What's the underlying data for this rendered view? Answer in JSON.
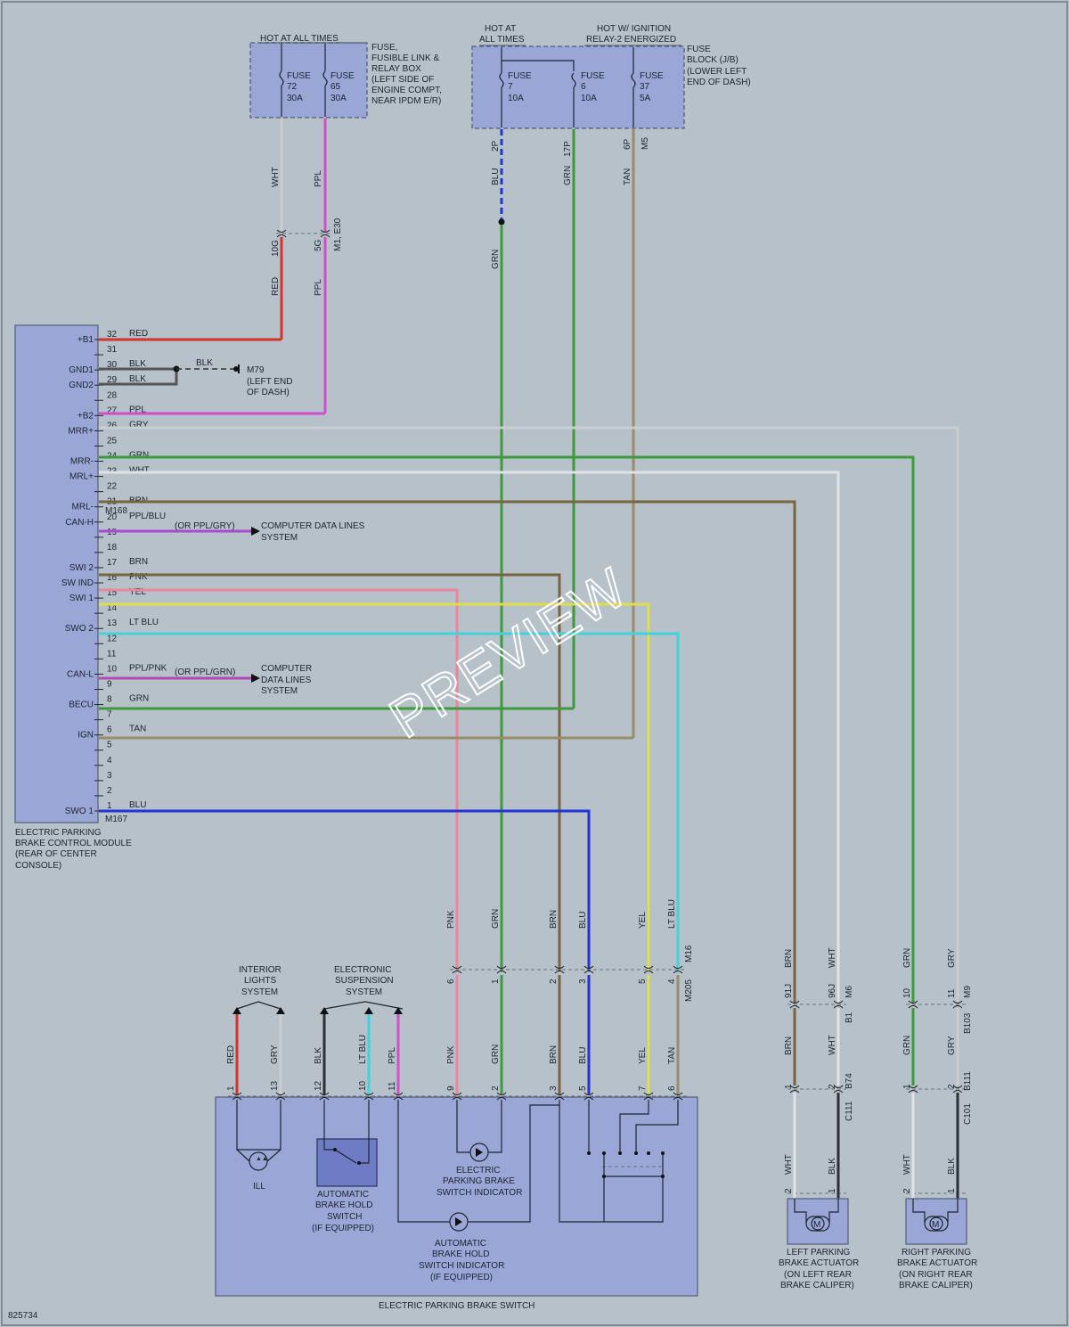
{
  "doc_id": "825734",
  "watermark": "PREVIEW",
  "fuse_box1": {
    "header": "HOT AT ALL TIMES",
    "label": [
      "FUSE,",
      "FUSIBLE LINK &",
      "RELAY BOX",
      "(LEFT SIDE OF",
      "ENGINE COMPT,",
      "NEAR IPDM E/R)"
    ],
    "fuses": [
      {
        "name": "FUSE",
        "num": "72",
        "amp": "30A"
      },
      {
        "name": "FUSE",
        "num": "65",
        "amp": "30A"
      }
    ]
  },
  "fuse_box2": {
    "header1": [
      "HOT AT",
      "ALL TIMES"
    ],
    "header2": [
      "HOT W/ IGNITION",
      "RELAY-2 ENERGIZED"
    ],
    "label": [
      "FUSE",
      "BLOCK (J/B)",
      "(LOWER LEFT",
      "END OF DASH)"
    ],
    "fuses": [
      {
        "name": "FUSE",
        "num": "7",
        "amp": "10A"
      },
      {
        "name": "FUSE",
        "num": "6",
        "amp": "10A"
      },
      {
        "name": "FUSE",
        "num": "37",
        "amp": "5A"
      }
    ]
  },
  "upper_wires": {
    "wht": "WHT",
    "ppl": "PPL",
    "red": "RED",
    "ppl2": "PPL",
    "pin_10g": "10G",
    "pin_5g": "5G",
    "conn_m1": "M1, E30",
    "blu": "BLU",
    "grn_top": "GRN",
    "tan": "TAN",
    "grn_lower": "GRN",
    "pin_2p": "2P",
    "pin_17p": "17P",
    "pin_6p": "6P",
    "conn_m5": "M5"
  },
  "module": {
    "caption": [
      "ELECTRIC PARKING",
      "BRAKE CONTROL MODULE",
      "(REAR OF CENTER",
      "CONSOLE)"
    ],
    "conn_m168": "M168",
    "conn_m167": "M167",
    "pins": [
      {
        "num": "32",
        "name": "+B1",
        "color": "RED"
      },
      {
        "num": "31",
        "name": "",
        "color": ""
      },
      {
        "num": "30",
        "name": "GND1",
        "color": "BLK"
      },
      {
        "num": "29",
        "name": "GND2",
        "color": "BLK"
      },
      {
        "num": "28",
        "name": "",
        "color": ""
      },
      {
        "num": "27",
        "name": "+B2",
        "color": "PPL"
      },
      {
        "num": "26",
        "name": "MRR+",
        "color": "GRY"
      },
      {
        "num": "25",
        "name": "",
        "color": ""
      },
      {
        "num": "24",
        "name": "MRR-",
        "color": "GRN"
      },
      {
        "num": "23",
        "name": "MRL+",
        "color": "WHT"
      },
      {
        "num": "22",
        "name": "",
        "color": ""
      },
      {
        "num": "21",
        "name": "MRL-",
        "color": "BRN"
      },
      {
        "num": "20",
        "name": "CAN-H",
        "color": "PPL/BLU"
      },
      {
        "num": "19",
        "name": "",
        "color": ""
      },
      {
        "num": "18",
        "name": "",
        "color": ""
      },
      {
        "num": "17",
        "name": "SWI 2",
        "color": "BRN"
      },
      {
        "num": "16",
        "name": "SW IND",
        "color": "PNK"
      },
      {
        "num": "15",
        "name": "SWI 1",
        "color": "YEL"
      },
      {
        "num": "14",
        "name": "",
        "color": ""
      },
      {
        "num": "13",
        "name": "SWO 2",
        "color": "LT BLU"
      },
      {
        "num": "12",
        "name": "",
        "color": ""
      },
      {
        "num": "11",
        "name": "",
        "color": ""
      },
      {
        "num": "10",
        "name": "CAN-L",
        "color": "PPL/PNK"
      },
      {
        "num": "9",
        "name": "",
        "color": ""
      },
      {
        "num": "8",
        "name": "BECU",
        "color": "GRN"
      },
      {
        "num": "7",
        "name": "",
        "color": ""
      },
      {
        "num": "6",
        "name": "IGN",
        "color": "TAN"
      },
      {
        "num": "5",
        "name": "",
        "color": ""
      },
      {
        "num": "4",
        "name": "",
        "color": ""
      },
      {
        "num": "3",
        "name": "",
        "color": ""
      },
      {
        "num": "2",
        "name": "",
        "color": ""
      },
      {
        "num": "1",
        "name": "SWO 1",
        "color": "BLU"
      }
    ]
  },
  "ground": {
    "color": "BLK",
    "conn": "M79",
    "loc": [
      "(LEFT END",
      "OF DASH)"
    ]
  },
  "data_lines_1": {
    "alt": "(OR PPL/GRY)",
    "text": [
      "COMPUTER DATA LINES",
      "SYSTEM"
    ]
  },
  "data_lines_2": {
    "alt": "(OR PPL/GRN)",
    "text": [
      "COMPUTER",
      "DATA LINES",
      "SYSTEM"
    ]
  },
  "m205": {
    "conn": "M205",
    "conn2": "M16",
    "upper_colors": [
      "PNK",
      "GRN",
      "BRN",
      "BLU",
      "YEL",
      "LT BLU"
    ],
    "pins": [
      "6",
      "1",
      "2",
      "3",
      "5",
      "4"
    ],
    "lower_colors": [
      "PNK",
      "GRN",
      "BRN",
      "BLU",
      "YEL",
      "TAN"
    ]
  },
  "interior_lights": [
    "INTERIOR",
    "LIGHTS",
    "SYSTEM"
  ],
  "electronic_susp": [
    "ELECTRONIC",
    "SUSPENSION",
    "SYSTEM"
  ],
  "switch": {
    "caption": "ELECTRIC PARKING BRAKE SWITCH",
    "wire_colors": [
      "RED",
      "GRY",
      "BLK",
      "LT BLU",
      "PPL"
    ],
    "pins": [
      "1",
      "13",
      "12",
      "10",
      "11",
      "9",
      "2",
      "3",
      "5",
      "7",
      "6"
    ],
    "ill": "ILL",
    "auto_hold": [
      "AUTOMATIC",
      "BRAKE HOLD",
      "SWITCH",
      "(IF EQUIPPED)"
    ],
    "epb_indicator": [
      "ELECTRIC",
      "PARKING BRAKE",
      "SWITCH INDICATOR"
    ],
    "hold_indicator": [
      "AUTOMATIC",
      "BRAKE HOLD",
      "SWITCH INDICATOR",
      "(IF EQUIPPED)"
    ]
  },
  "left_actuator": {
    "caption": [
      "LEFT PARKING",
      "BRAKE ACTUATOR",
      "(ON LEFT REAR",
      "BRAKE CALIPER)"
    ],
    "upper_colors": [
      "BRN",
      "WHT"
    ],
    "pins_top": [
      "91J",
      "96J"
    ],
    "conn_top": [
      "B1",
      "M6"
    ],
    "mid_colors": [
      "BRN",
      "WHT"
    ],
    "pins_mid": [
      "1",
      "2"
    ],
    "conn_mid": [
      "B74",
      "C111"
    ],
    "low_colors": [
      "WHT",
      "BLK"
    ],
    "pins_low": [
      "2",
      "1"
    ],
    "motor": "M"
  },
  "right_actuator": {
    "caption": [
      "RIGHT PARKING",
      "BRAKE ACTUATOR",
      "(ON RIGHT REAR",
      "BRAKE CALIPER)"
    ],
    "upper_colors": [
      "GRN",
      "GRY"
    ],
    "pins_top": [
      "10",
      "11"
    ],
    "conn_top": [
      "B103",
      "M9"
    ],
    "mid_colors": [
      "GRN",
      "GRY"
    ],
    "pins_mid": [
      "1",
      "2"
    ],
    "conn_mid": [
      "B111",
      "C101"
    ],
    "low_colors": [
      "WHT",
      "BLK"
    ],
    "pins_low": [
      "2",
      "1"
    ],
    "motor": "M"
  },
  "wire_colors": {
    "red": "#d6332e",
    "ppl": "#cf4fcf",
    "grn": "#3c9a3c",
    "blu": "#2433d6",
    "brn": "#7a6440",
    "pnk": "#e7899b",
    "yel": "#dede4a",
    "ltblu": "#3fd3dc",
    "tan": "#9a8c68",
    "gry": "#c9ccd0",
    "wht": "#dfe3e6",
    "blk": "#2a2f38"
  }
}
